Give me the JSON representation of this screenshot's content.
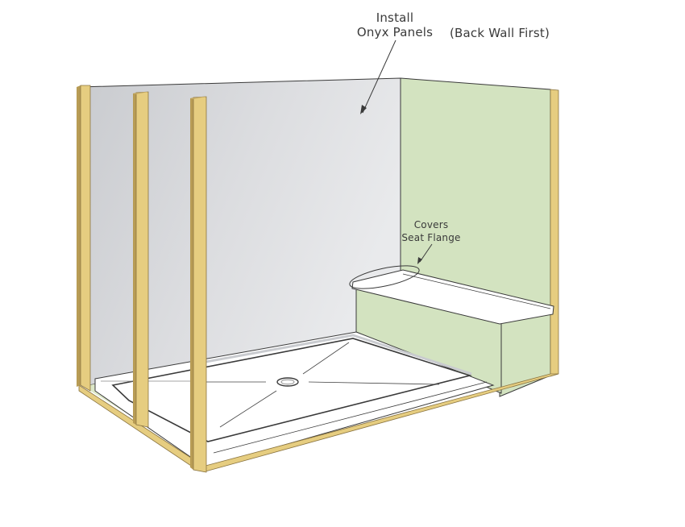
{
  "diagram": {
    "title": "Shower panel installation illustration",
    "callouts": {
      "main_line1": "Install",
      "main_line2": "Onyx Panels",
      "main_note": "(Back Wall First)",
      "seat_line1": "Covers",
      "seat_line2": "Seat Flange"
    },
    "colors": {
      "back_wall_panel": "#dcdde0",
      "side_wall_green": "#d3e3c0",
      "stud_wood": "#e6cd80",
      "stud_shadow": "#b89c55",
      "shower_base": "#ffffff",
      "outline": "#3a3a3a"
    },
    "components": [
      "back-wall-panel",
      "side-wall-panel",
      "wall-studs",
      "bottom-plate",
      "shower-base",
      "drain",
      "seat",
      "seat-flange"
    ]
  }
}
